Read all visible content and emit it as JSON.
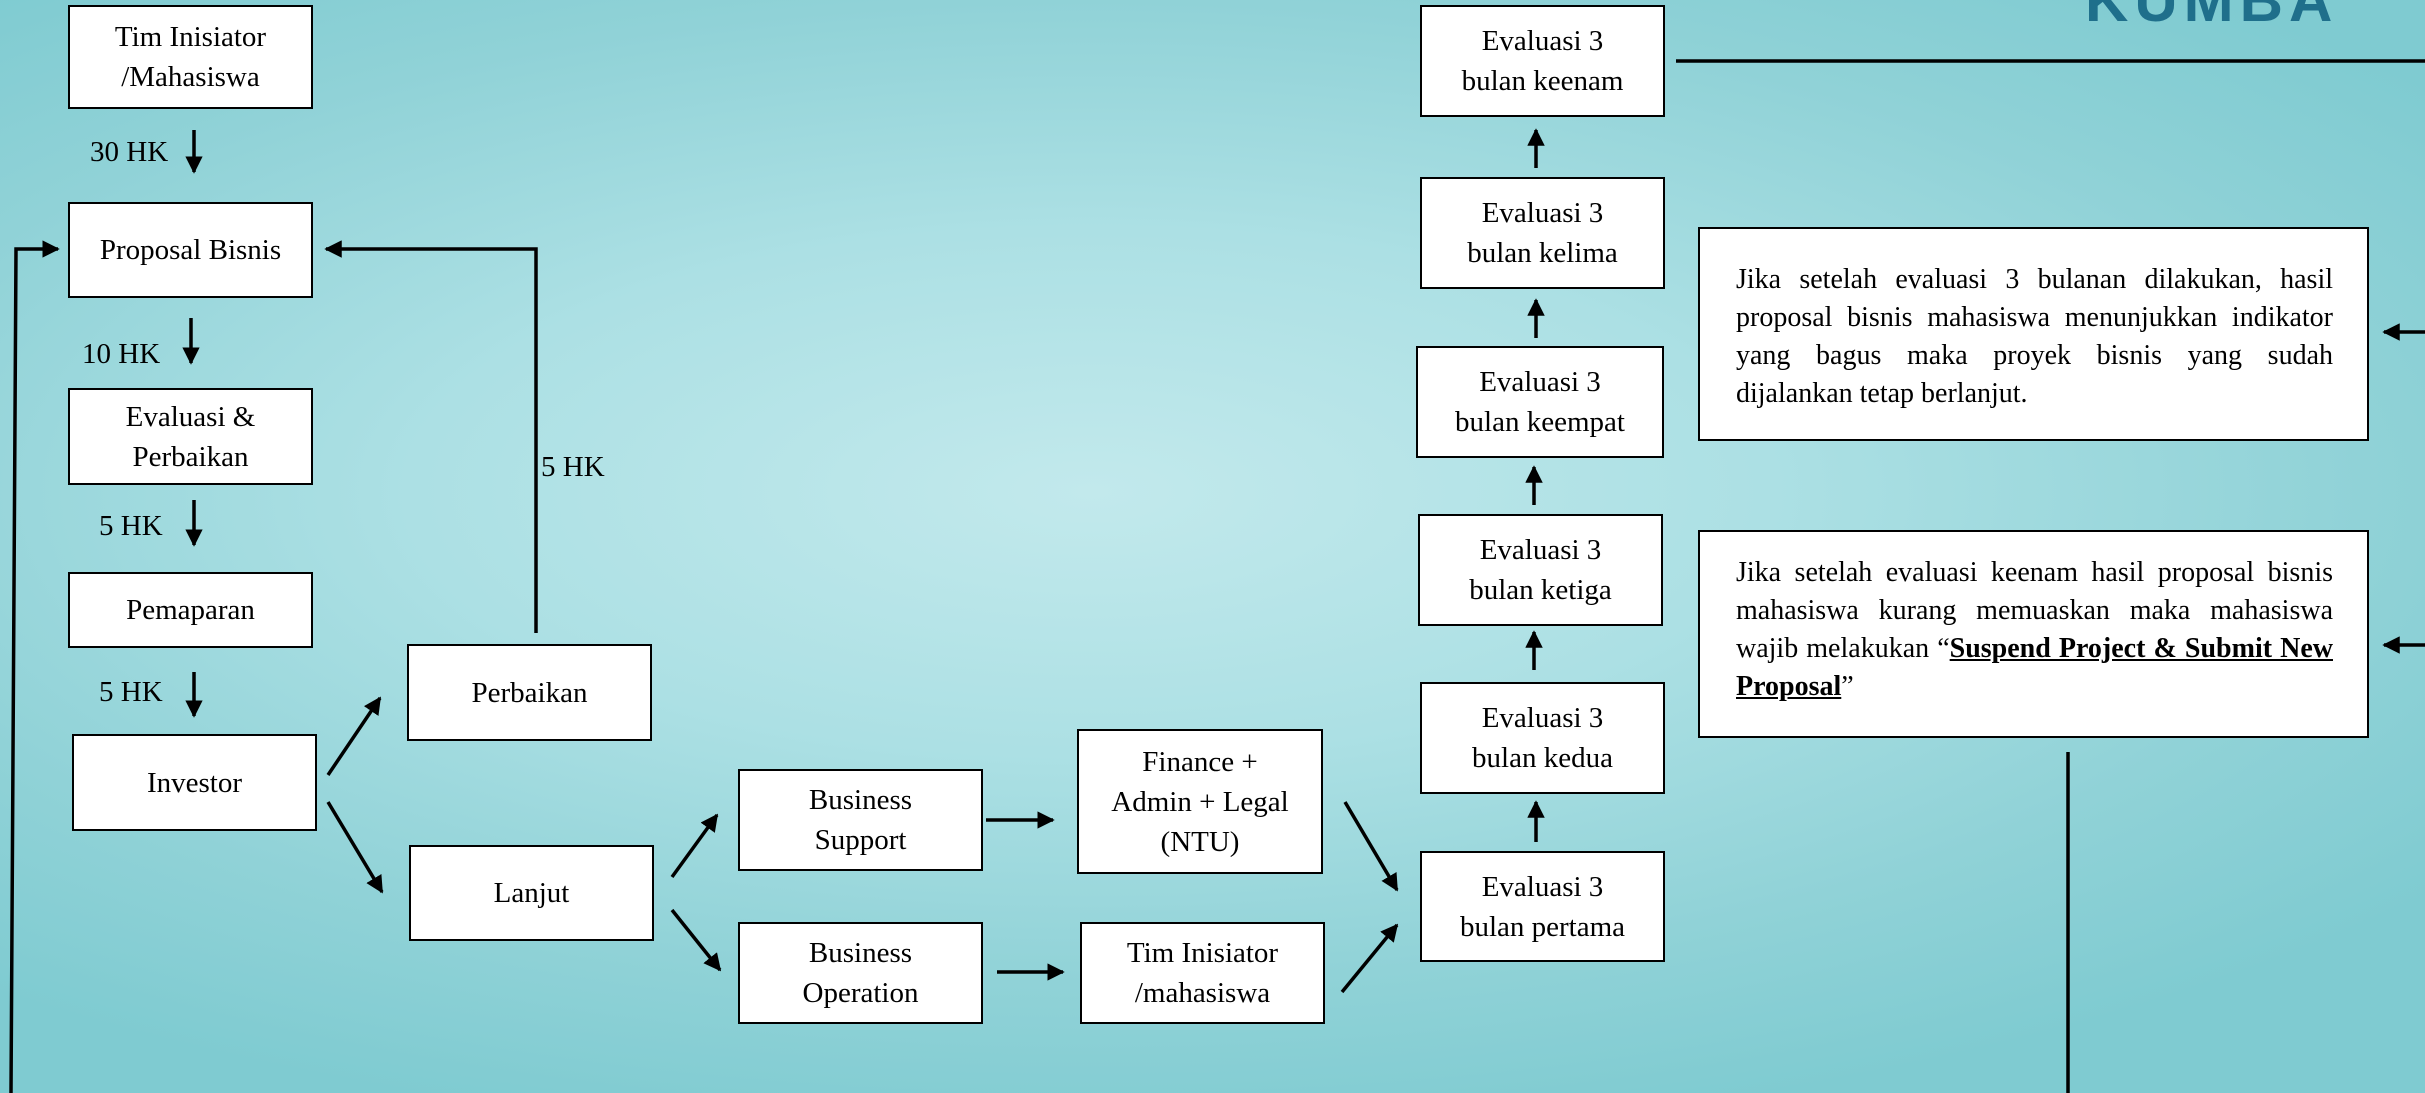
{
  "boxes": {
    "tim_inisiator_top": "Tim Inisiator\n/Mahasiswa",
    "proposal_bisnis": "Proposal Bisnis",
    "evaluasi_perbaikan": "Evaluasi &\nPerbaikan",
    "pemaparan": "Pemaparan",
    "investor": "Investor",
    "perbaikan": "Perbaikan",
    "lanjut": "Lanjut",
    "business_support": "Business\nSupport",
    "business_operation": "Business\nOperation",
    "finance_admin_legal": "Finance +\nAdmin + Legal\n(NTU)",
    "tim_inisiator_bottom": "Tim Inisiator\n/mahasiswa",
    "eval_1": "Evaluasi 3\nbulan pertama",
    "eval_2": "Evaluasi 3\nbulan kedua",
    "eval_3": "Evaluasi 3\nbulan ketiga",
    "eval_4": "Evaluasi 3\nbulan keempat",
    "eval_5": "Evaluasi 3\nbulan kelima",
    "eval_6": "Evaluasi 3\nbulan keenam"
  },
  "labels": {
    "hk_30": "30 HK",
    "hk_10": "10 HK",
    "hk_5_a": "5 HK",
    "hk_5_b": "5 HK",
    "hk_5_perbaikan": "5 HK"
  },
  "notes": {
    "continue_text": "Jika setelah evaluasi 3 bulanan dilakukan, hasil proposal bisnis mahasiswa menunjukkan indikator yang bagus maka proyek bisnis yang sudah dijalankan tetap berlanjut.",
    "suspend_text_before": "Jika setelah evaluasi keenam hasil proposal bisnis mahasiswa kurang memuaskan maka mahasiswa wajib melakukan “",
    "suspend_text_emphasis": "Suspend Project & Submit New Proposal",
    "suspend_text_after": "”"
  },
  "colors": {
    "background": "#b2e2e6",
    "logo_accent": "#e8782f",
    "logo_text": "#1f6f8b"
  }
}
